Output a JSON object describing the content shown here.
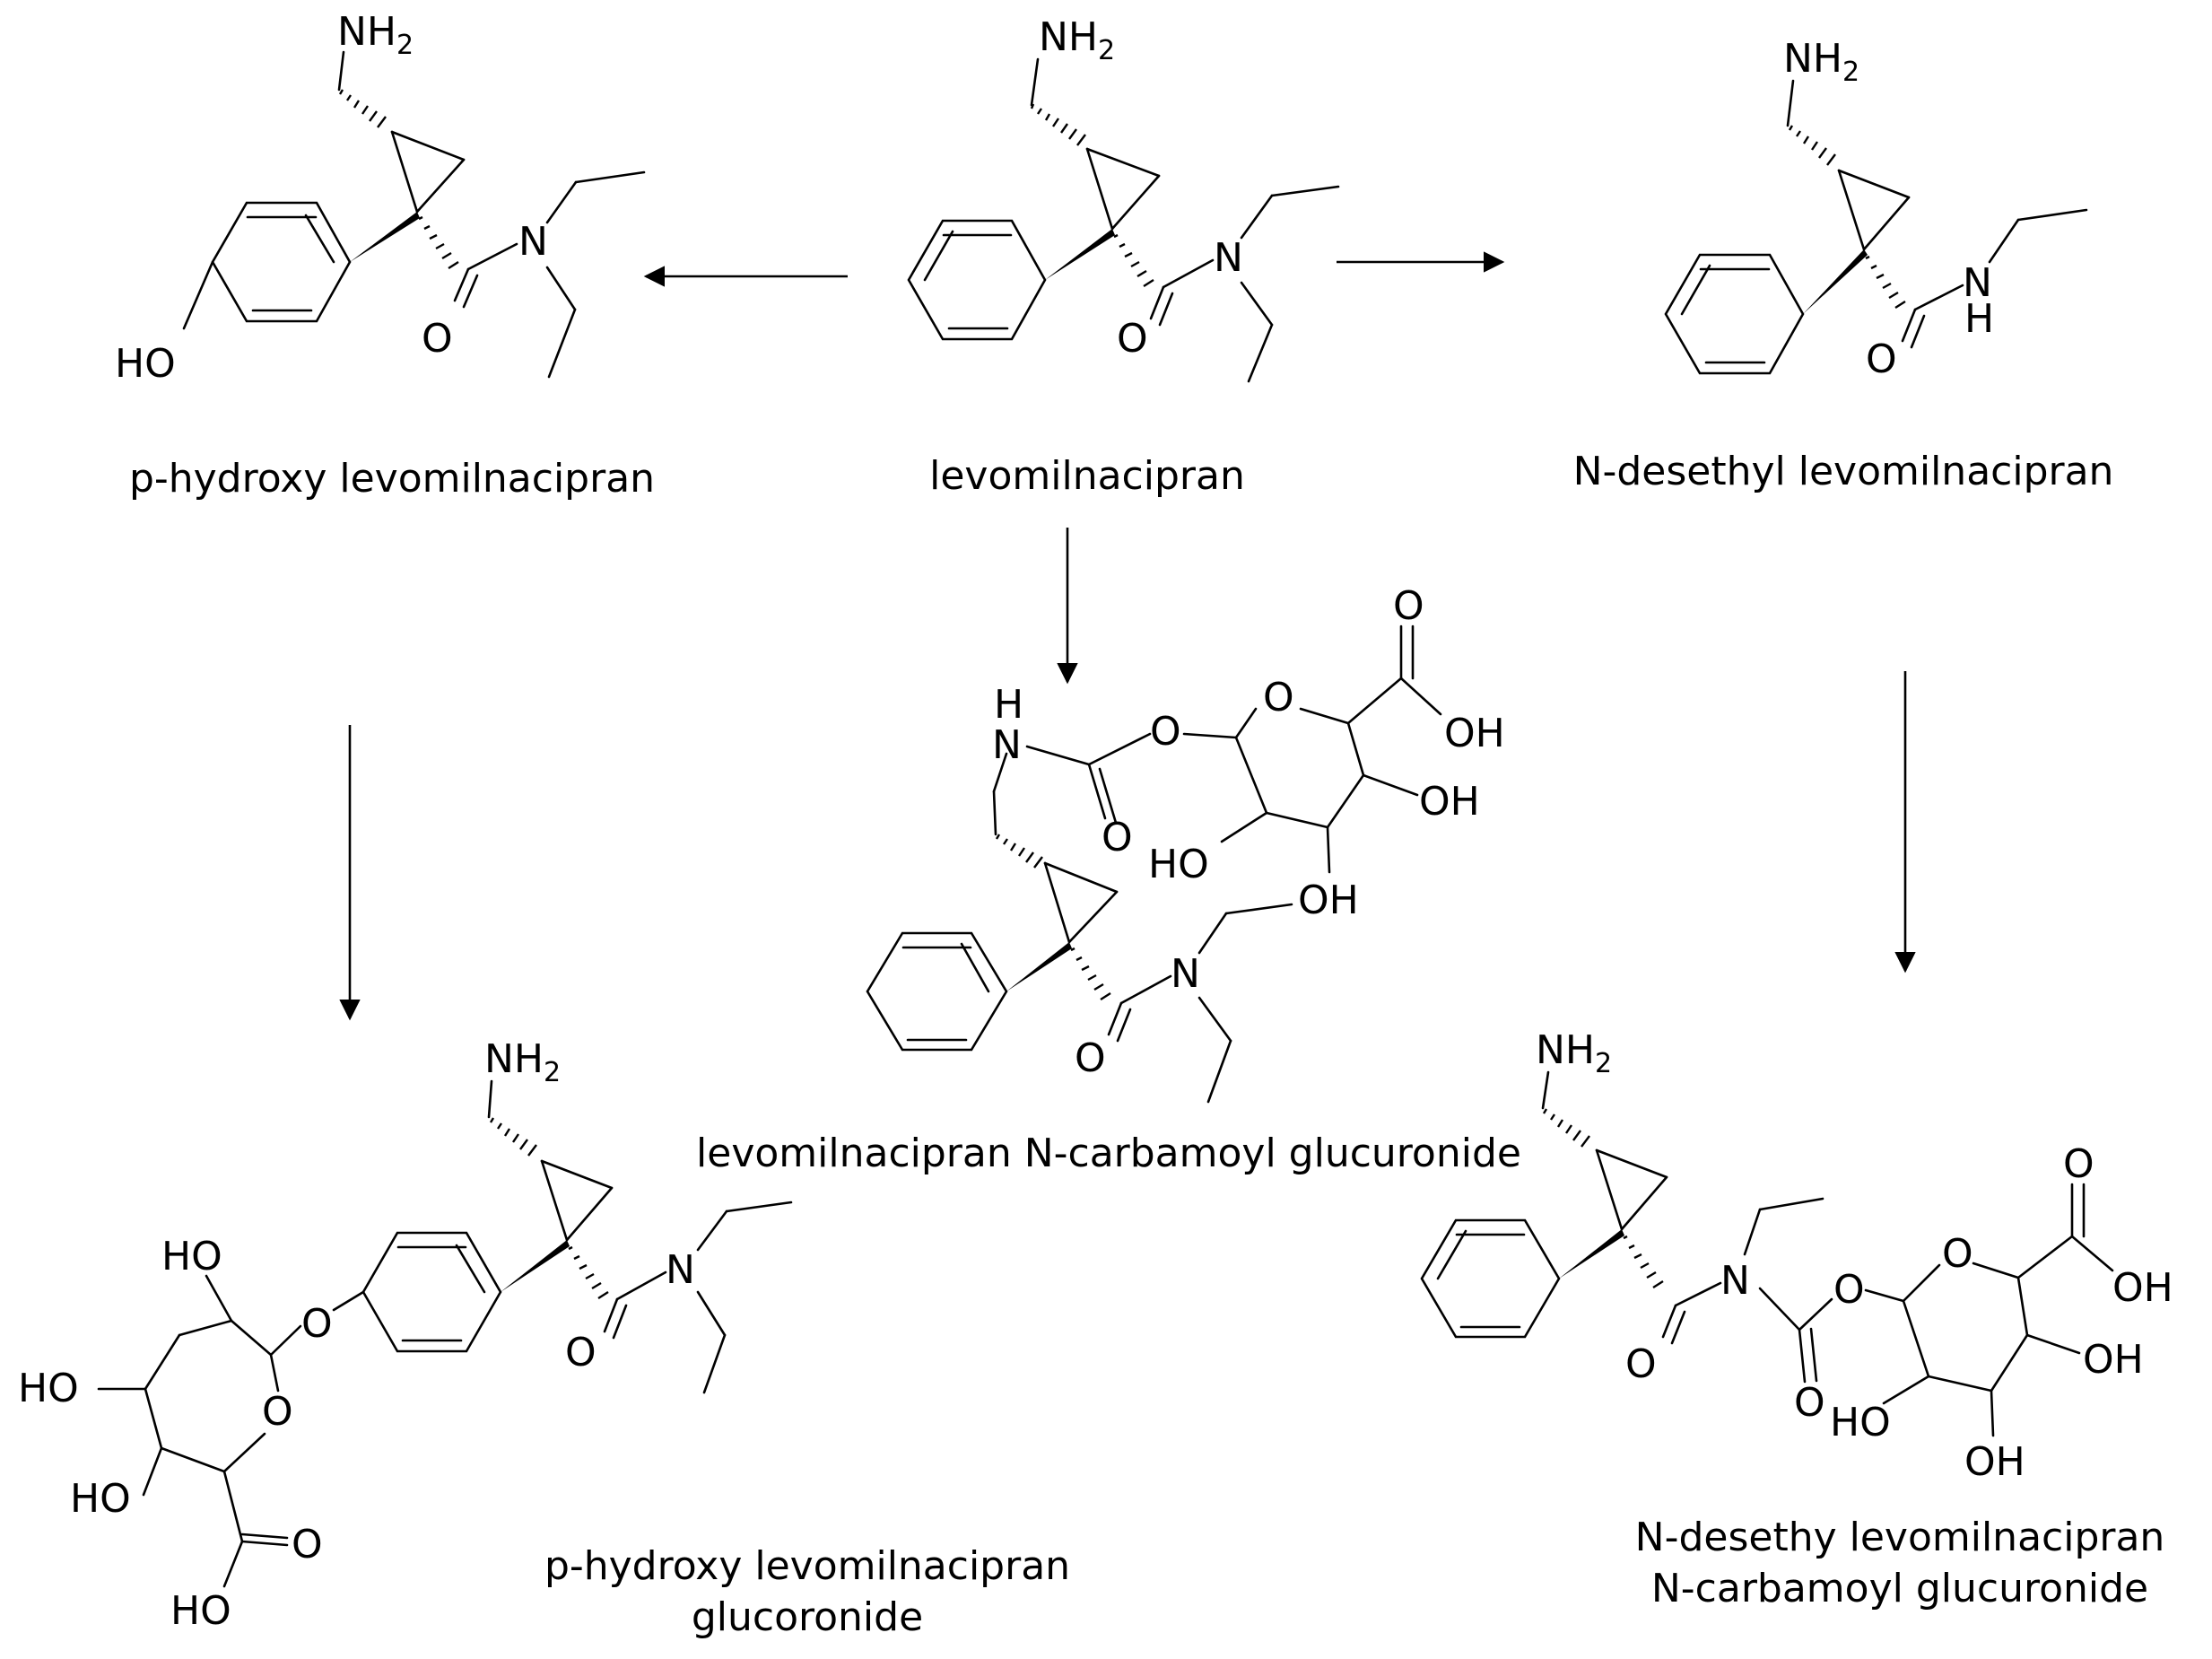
{
  "compounds": {
    "levomilnacipran": "levomilnacipran",
    "p_hydroxy": "p-hydroxy levomilnacipran",
    "n_desethyl": "N-desethyl levomilnacipran",
    "n_carbamoyl_line1": "levomilnacipran N-carbamoyl glucuronide",
    "p_hydroxy_gluc_line1": "p-hydroxy levomilnacipran",
    "p_hydroxy_gluc_line2": "glucoronide",
    "n_desethyl_gluc_line1": "N-desethy levomilnacipran",
    "n_desethyl_gluc_line2": "N-carbamoyl glucuronide"
  },
  "atoms": {
    "nh2": "NH",
    "sub2": "2",
    "n": "N",
    "o": "O",
    "h": "H",
    "ho": "HO",
    "oh": "OH"
  }
}
